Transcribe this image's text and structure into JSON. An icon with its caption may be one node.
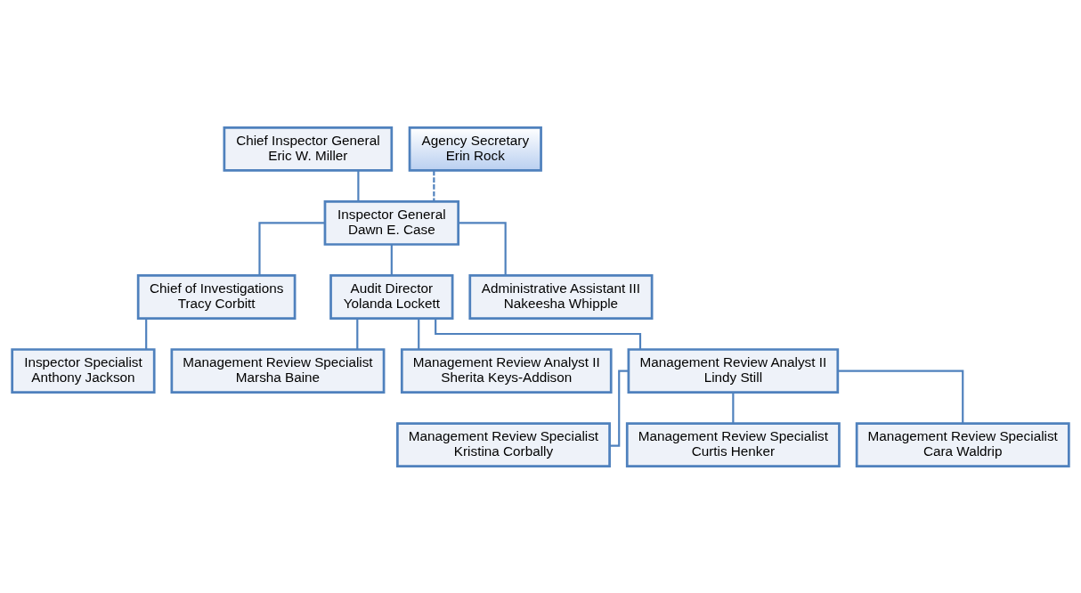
{
  "diagram": {
    "nodes": [
      {
        "text": [
          "Chief Inspector General",
          "Eric W. Miller"
        ]
      },
      {
        "text": [
          "Agency Secretary",
          "Erin Rock"
        ]
      },
      {
        "text": [
          "Inspector General",
          "Dawn E. Case"
        ]
      },
      {
        "text": [
          "Chief of Investigations",
          "Tracy Corbitt"
        ]
      },
      {
        "text": [
          "Audit Director",
          "Yolanda Lockett"
        ]
      },
      {
        "text": [
          "Administrative Assistant III",
          "Nakeesha Whipple"
        ]
      },
      {
        "text": [
          "Inspector Specialist",
          "Anthony Jackson"
        ]
      },
      {
        "text": [
          "Management Review Specialist",
          "Marsha Baine"
        ]
      },
      {
        "text": [
          "Management Review Analyst II",
          "Sherita Keys-Addison"
        ]
      },
      {
        "text": [
          "Management Review Analyst II",
          "Lindy Still"
        ]
      },
      {
        "text": [
          "Management Review Specialist",
          "Kristina Corbally"
        ]
      },
      {
        "text": [
          "Management Review Specialist",
          "Curtis Henker"
        ]
      },
      {
        "text": [
          "Management Review Specialist",
          "Cara Waldrip"
        ]
      }
    ],
    "edges": [
      {
        "from": 0,
        "to": 2,
        "arrow": "none"
      },
      {
        "from": 1,
        "to": 2,
        "arrow": "none",
        "style": "dashed"
      },
      {
        "from": 2,
        "to": 3,
        "arrow": "none"
      },
      {
        "from": 2,
        "to": 4,
        "arrow": "none"
      },
      {
        "from": 2,
        "to": 5,
        "arrow": "none"
      },
      {
        "from": 3,
        "to": 6,
        "arrow": "none"
      },
      {
        "from": 4,
        "to": 7,
        "arrow": "none"
      },
      {
        "from": 4,
        "to": 8,
        "arrow": "none"
      },
      {
        "from": 4,
        "to": 9,
        "arrow": "none"
      },
      {
        "from": 9,
        "to": 10,
        "arrow": "none"
      },
      {
        "from": 9,
        "to": 11,
        "arrow": "none"
      },
      {
        "from": 9,
        "to": 12,
        "arrow": "none"
      }
    ]
  }
}
